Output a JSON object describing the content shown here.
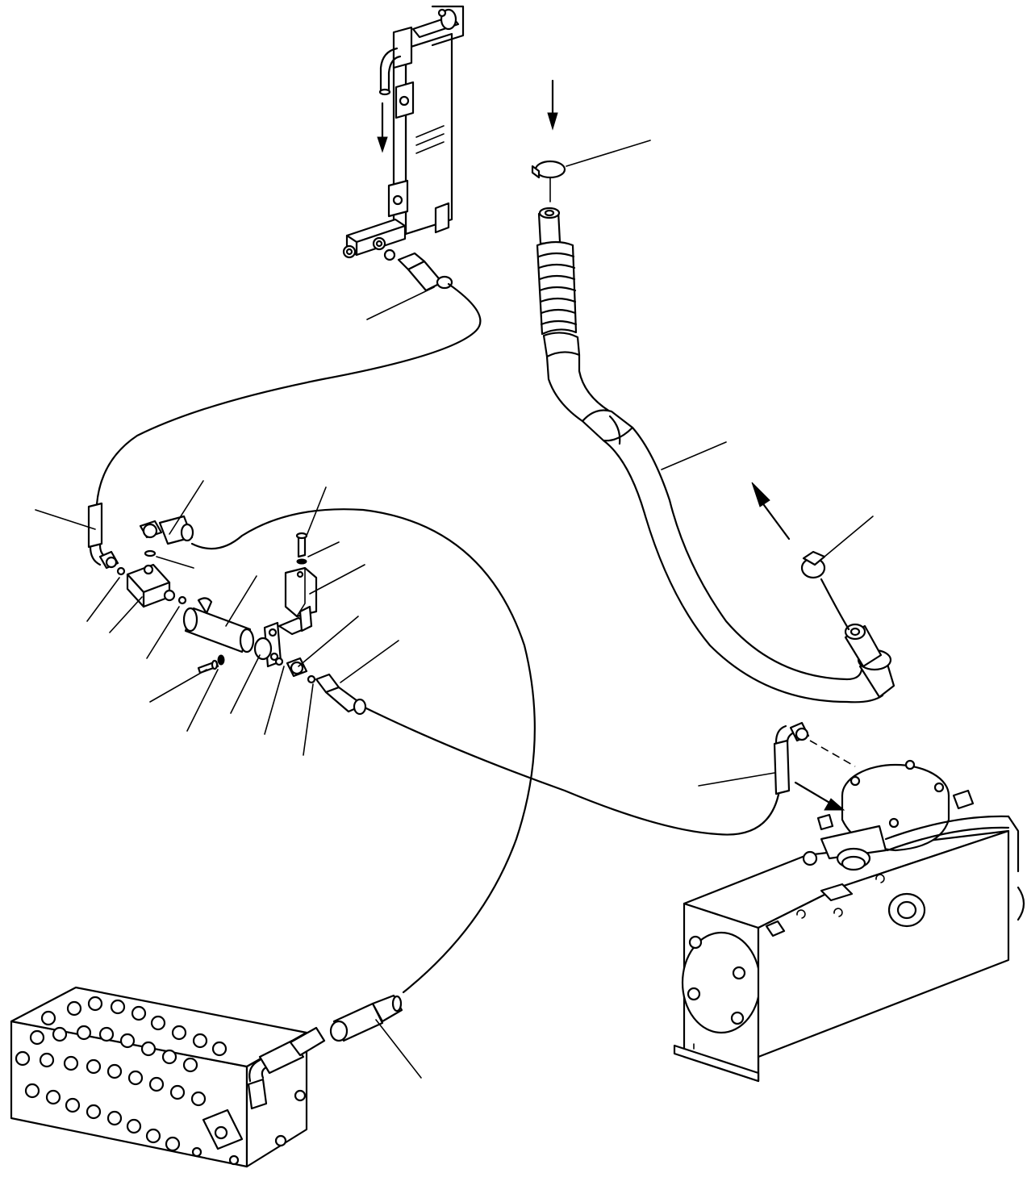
{
  "diagram": {
    "components": [
      "oil-cooler",
      "radiator-hose",
      "return-hose",
      "supply-hose",
      "relief-valve-block",
      "control-valve",
      "hydraulic-tank"
    ],
    "leader_lines": 22,
    "flow_arrows": 4
  }
}
